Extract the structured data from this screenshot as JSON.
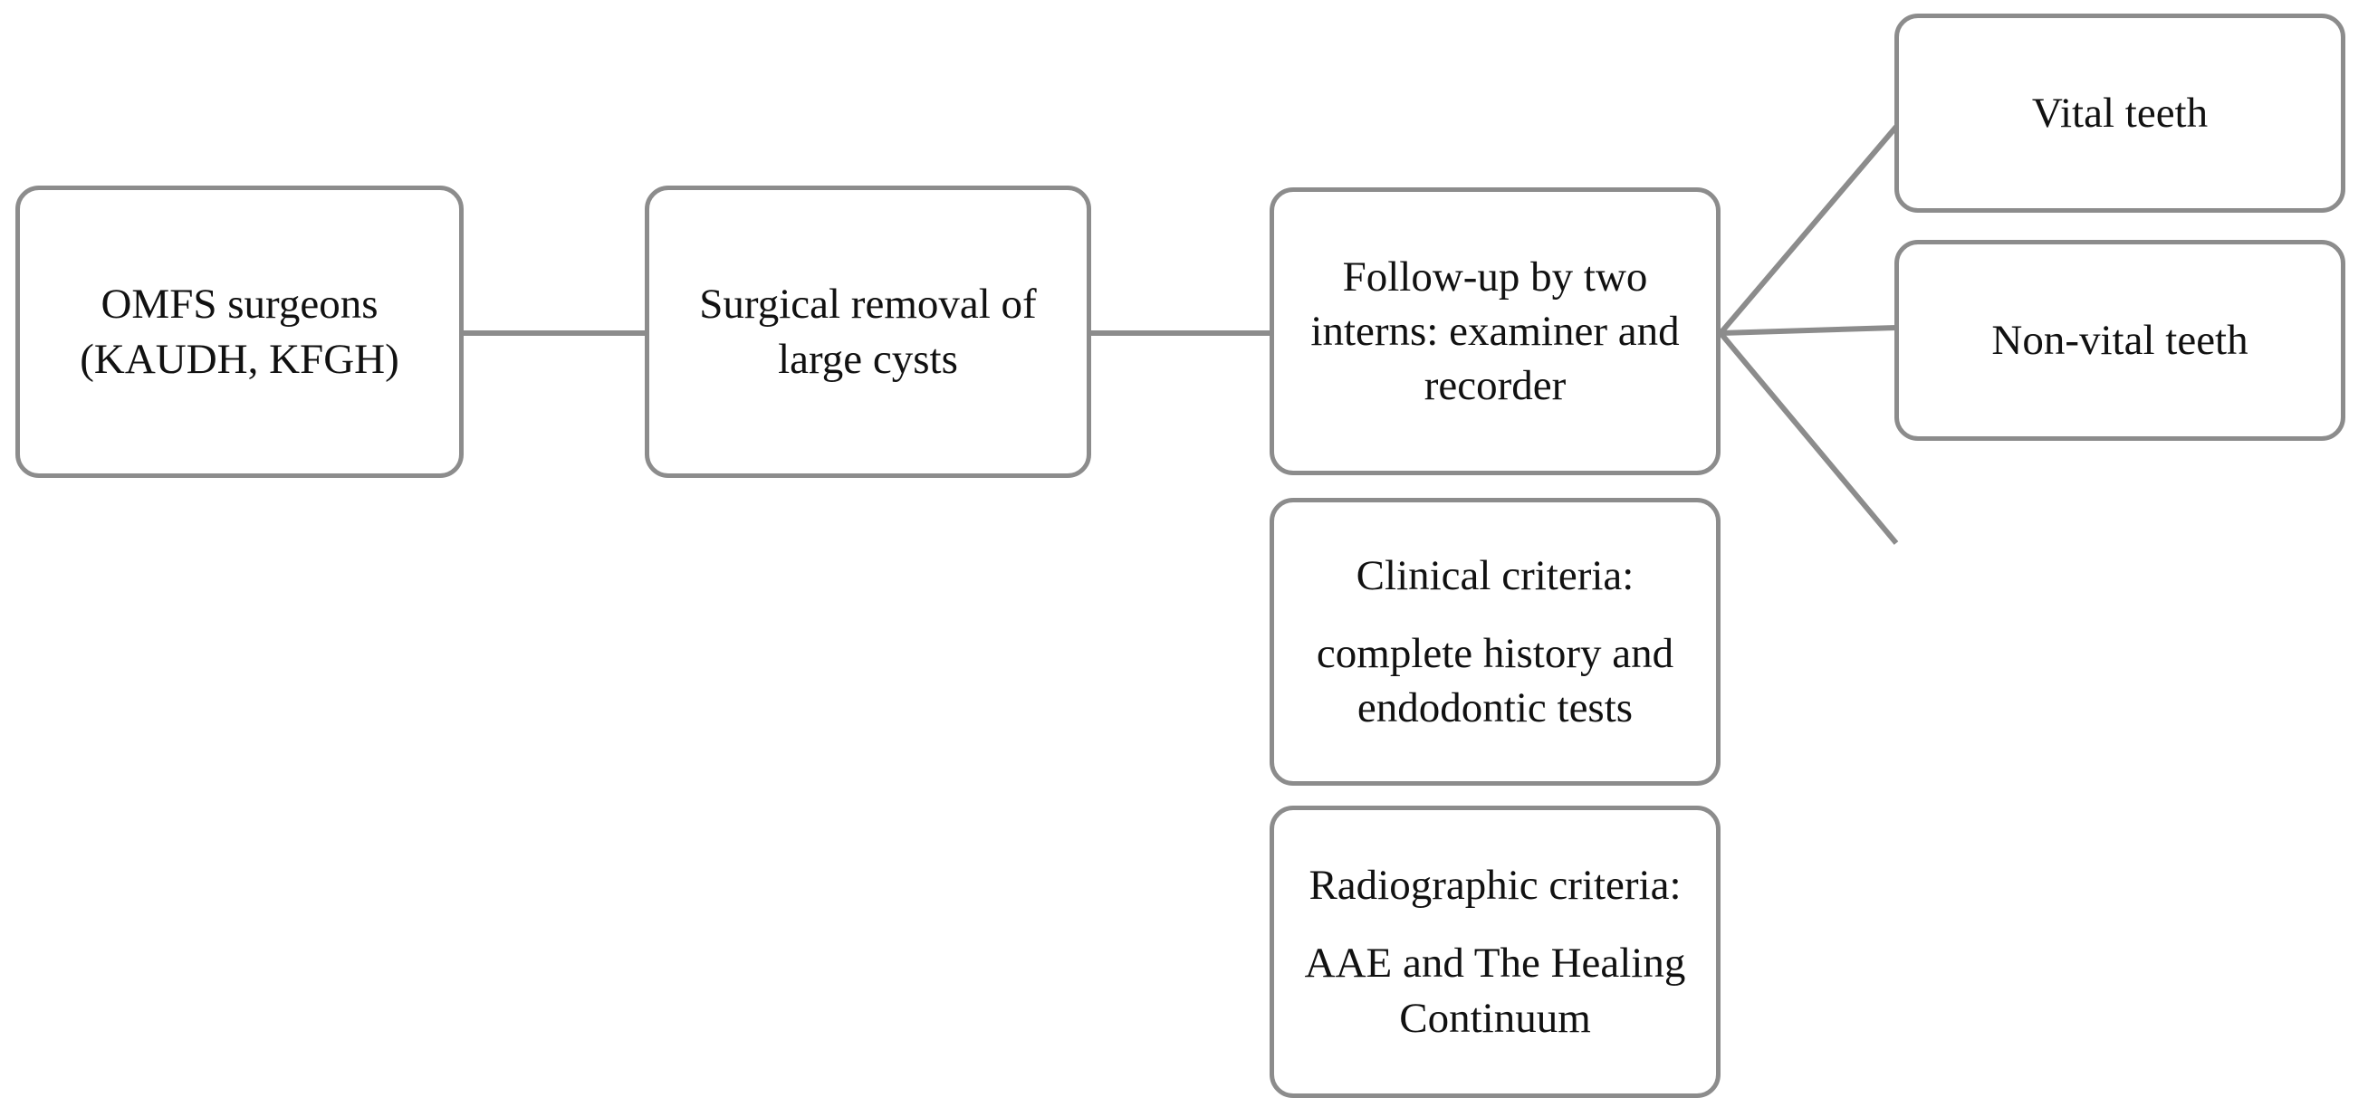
{
  "diagram": {
    "title": "Study workflow flowchart",
    "style": {
      "border_color": "#8c8c8c",
      "text_color": "#111111",
      "background": "#ffffff",
      "connector_color": "#8c8c8c"
    },
    "nodes": [
      {
        "id": "omfs",
        "label": "OMFS surgeons\n(KAUDH, KFGH)"
      },
      {
        "id": "removal",
        "label": "Surgical removal of\nlarge cysts"
      },
      {
        "id": "followup",
        "label": "Follow-up by two\ninterns: examiner and\nrecorder"
      },
      {
        "id": "clinical",
        "label": "Clinical criteria:",
        "sub": "complete history and\nendodontic tests"
      },
      {
        "id": "radiographic",
        "label": "Radiographic criteria:",
        "sub": "AAE and The Healing\nContinuum"
      },
      {
        "id": "vital",
        "label": "Vital teeth"
      },
      {
        "id": "nonvital",
        "label": "Non-vital teeth"
      }
    ],
    "edges": [
      {
        "id": "omfs-to-removal",
        "from": "omfs",
        "to": "removal",
        "kind": "straight"
      },
      {
        "id": "removal-to-followup",
        "from": "removal",
        "to": "followup",
        "kind": "straight"
      },
      {
        "id": "followup-to-vital",
        "from": "followup",
        "to": "vital",
        "kind": "diagonal"
      },
      {
        "id": "followup-to-nonvital",
        "from": "followup",
        "to": "nonvital",
        "kind": "diagonal"
      }
    ]
  }
}
